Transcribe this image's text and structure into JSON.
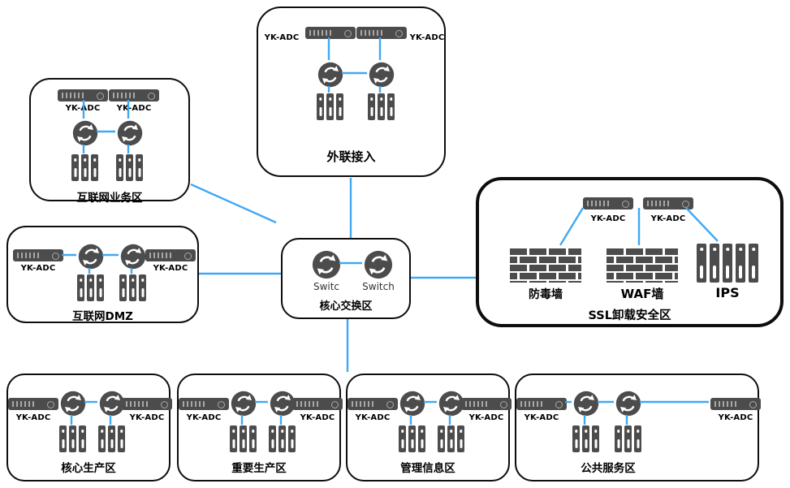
{
  "colors": {
    "line": "#3fa9f5",
    "icon": "#4c4c4c"
  },
  "zones": {
    "external_access": {
      "title": "外联接入",
      "adc_left": "YK-ADC",
      "adc_right": "YK-ADC"
    },
    "internet_business": {
      "title": "互联网业务区",
      "adc_left": "YK-ADC",
      "adc_right": "YK-ADC"
    },
    "internet_dmz": {
      "title": "互联网DMZ",
      "adc_left": "YK-ADC",
      "adc_right": "YK-ADC"
    },
    "core_switch": {
      "title": "核心交换区",
      "switch_left": "Switc",
      "switch_right": "Switch"
    },
    "ssl_offload": {
      "title": "SSL卸载安全区",
      "adc_left": "YK-ADC",
      "adc_right": "YK-ADC",
      "antivirus_wall_label": "防毒墙",
      "waf_wall_label": "WAF墙",
      "ips_label": "IPS"
    },
    "core_production": {
      "title": "核心生产区",
      "adc_left": "YK-ADC",
      "adc_right": "YK-ADC"
    },
    "important_production": {
      "title": "重要生产区",
      "adc_left": "YK-ADC",
      "adc_right": "YK-ADC"
    },
    "management_info": {
      "title": "管理信息区",
      "adc_left": "YK-ADC",
      "adc_right": "YK-ADC"
    },
    "public_service": {
      "title": "公共服务区",
      "adc_left": "YK-ADC",
      "adc_right": "YK-ADC"
    }
  }
}
